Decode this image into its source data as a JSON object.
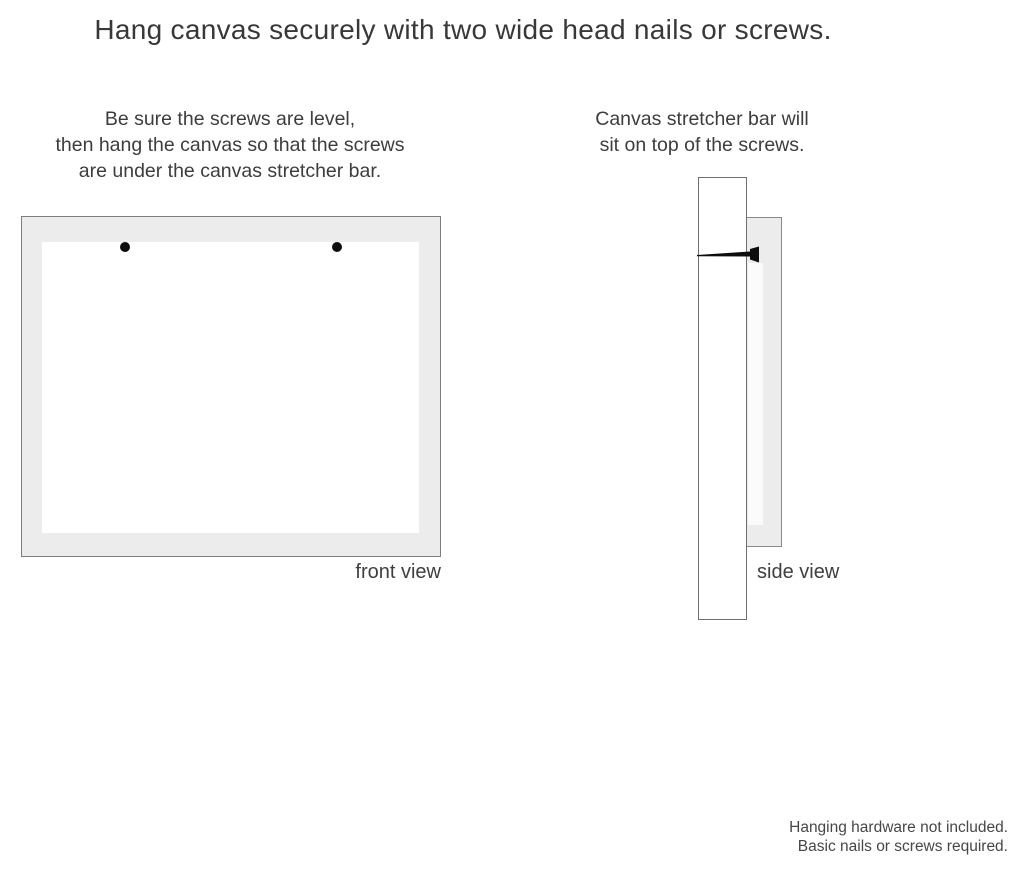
{
  "title": "Hang canvas securely with two wide head nails or screws.",
  "instructions_left": {
    "lines": [
      "Be sure the screws are level,",
      "then hang the canvas so that the screws",
      "are under the canvas stretcher bar."
    ]
  },
  "instructions_right": {
    "lines": [
      "Canvas stretcher bar will",
      "sit on top of the screws."
    ]
  },
  "front_view": {
    "label": "front view",
    "nail_count": 2
  },
  "side_view": {
    "label": "side view"
  },
  "footer": {
    "lines": [
      "Hanging hardware not included.",
      "Basic nails or screws required."
    ]
  },
  "colors": {
    "background": "#ffffff",
    "frame_fill": "#ececec",
    "frame_border": "#7e7e7e",
    "canvas_face": "#ffffff",
    "nail": "#0d0d0d",
    "text": "#3d3d3d"
  }
}
